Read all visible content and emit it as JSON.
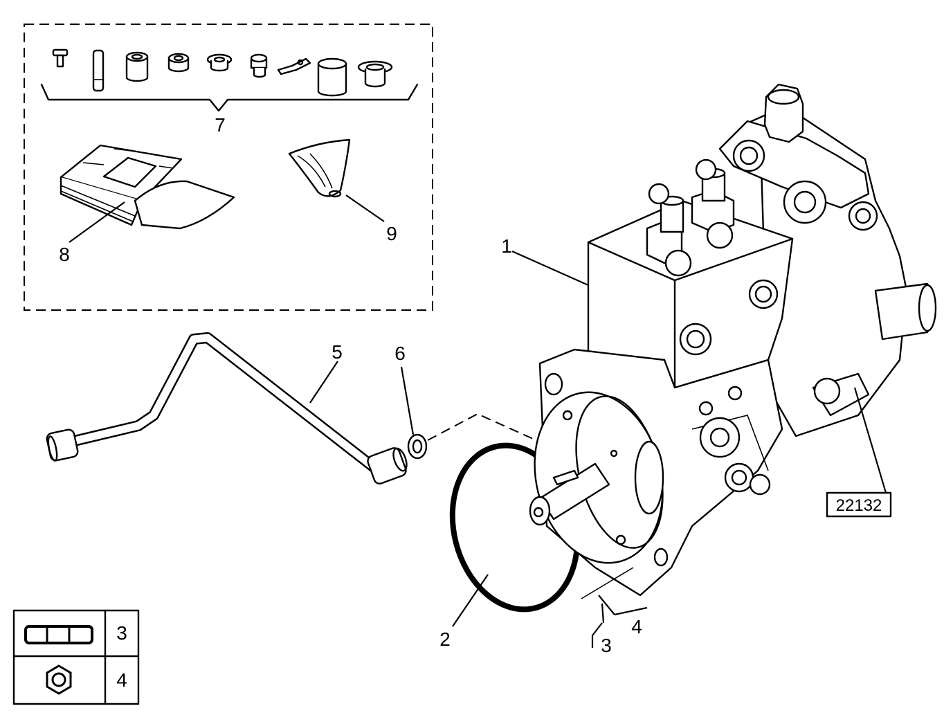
{
  "callouts": {
    "pump": "1",
    "o_ring": "2",
    "pipe": "5",
    "washer": "6",
    "kit_parts": "7",
    "kit_pack": "8",
    "kit_bag": "9",
    "group_3": "3",
    "group_4": "4"
  },
  "reference_number": "22132",
  "legend": {
    "rows": [
      {
        "icon": "key-icon",
        "number": "3"
      },
      {
        "icon": "hex-nut-icon",
        "number": "4"
      }
    ]
  }
}
